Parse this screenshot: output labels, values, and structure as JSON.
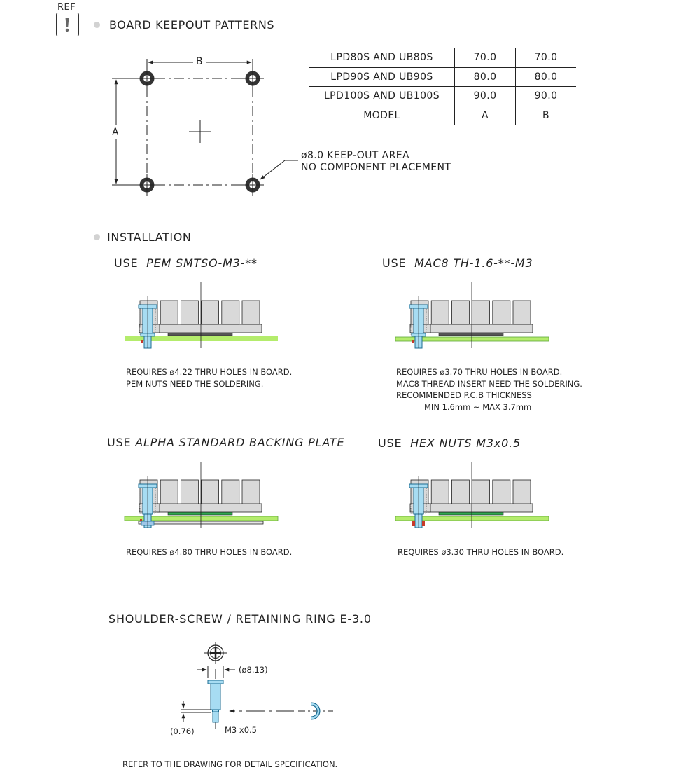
{
  "ref": {
    "label": "REF",
    "icon": "exclamation-icon"
  },
  "keepout": {
    "heading": "BOARD KEEPOUT PATTERNS",
    "dim_a": "A",
    "dim_b": "B",
    "callout_line1": "ø8.0 KEEP-OUT AREA",
    "callout_line2": "NO COMPONENT PLACEMENT"
  },
  "model_table": {
    "rows": [
      [
        "LPD80S AND UB80S",
        "70.0",
        "70.0"
      ],
      [
        "LPD90S AND UB90S",
        "80.0",
        "80.0"
      ],
      [
        "LPD100S AND UB100S",
        "90.0",
        "90.0"
      ],
      [
        "MODEL",
        "A",
        "B"
      ]
    ]
  },
  "installation": {
    "heading": "INSTALLATION",
    "pem": {
      "prefix": "USE",
      "part": "PEM  SMTSO-M3-**",
      "note1": "REQUIRES ø4.22 THRU HOLES IN BOARD.",
      "note2": "PEM NUTS NEED THE SOLDERING."
    },
    "mac8": {
      "prefix": "USE",
      "part": "MAC8  TH-1.6-**-M3",
      "note1": "REQUIRES ø3.70 THRU HOLES IN BOARD.",
      "note2": "MAC8 THREAD INSERT NEED THE SOLDERING.",
      "note3": "RECOMMENDED P.C.B THICKNESS",
      "note4": "MIN 1.6mm  ~  MAX 3.7mm"
    },
    "alpha": {
      "prefix": "USE",
      "part": "ALPHA STANDARD BACKING PLATE",
      "note1": "REQUIRES ø4.80 THRU HOLES IN BOARD."
    },
    "hex": {
      "prefix": "USE",
      "part": "HEX NUTS M3x0.5",
      "note1": "REQUIRES ø3.30 THRU HOLES IN BOARD."
    }
  },
  "shoulder": {
    "heading": "SHOULDER-SCREW / RETAINING RING E-3.0",
    "dim_head": "(ø8.13)",
    "dim_step": "(0.76)",
    "thread": "M3 x0.5",
    "footer": "REFER TO THE DRAWING FOR DETAIL SPECIFICATION."
  },
  "colors": {
    "line": "#222222",
    "board": "#b4ec6c",
    "board_edge": "#5fa83a",
    "screw": "#a7dcf2",
    "screw_edge": "#1c6d93",
    "sink": "#d9d9d9",
    "pad": "#2fa84f",
    "backplate": "#e6e6e6",
    "nut_red": "#c7392a"
  }
}
